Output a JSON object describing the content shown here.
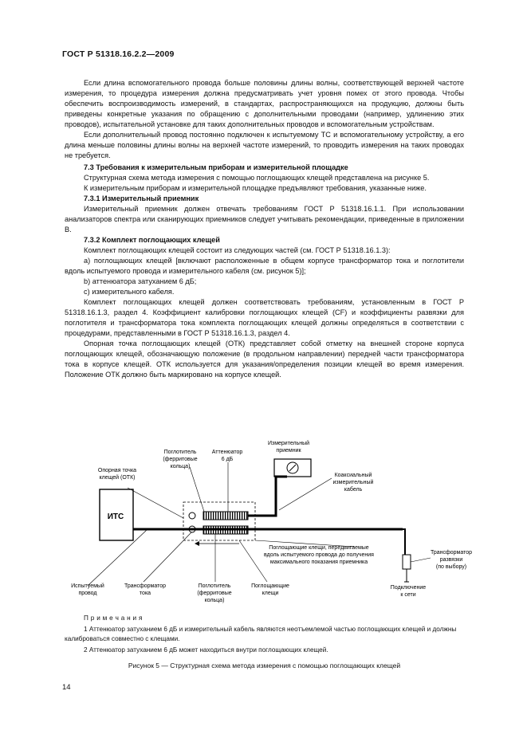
{
  "header": {
    "doc_code": "ГОСТ Р 51318.16.2.2—2009"
  },
  "paragraphs": {
    "p1": "Если длина вспомогательного провода больше половины длины волны, соответствующей верхней частоте измерения, то процедура измерения должна предусматривать учет уровня помех от этого провода. Чтобы обеспечить воспроизводимость измерений, в стандартах, распространяющихся на продукцию, должны быть приведены конкретные указания по обращению с дополнительными проводами (например, удлинению этих проводов), испытательной установке для таких дополнительных проводов и вспомогательным устройствам.",
    "p2": "Если дополнительный провод постоянно подключен к испытуемому ТС и вспомогательному устройству, а его длина меньше половины длины волны на верхней частоте измерений, то проводить измерения на таких проводах не требуется.",
    "h73": "7.3 Требования к измерительным приборам и измерительной площадке",
    "p3": "Структурная схема метода измерения с помощью поглощающих клещей представлена на рисунке 5.",
    "p4": "К измерительным приборам и измерительной площадке предъявляют требования, указанные ниже.",
    "h731": "7.3.1 Измерительный приемник",
    "p5": "Измерительный приемник должен отвечать требованиям ГОСТ Р 51318.16.1.1. При использовании анализаторов спектра или сканирующих приемников следует учитывать рекомендации, приведенные в приложении В.",
    "h732": "7.3.2 Комплект поглощающих клещей",
    "p6": "Комплект поглощающих клещей состоит из следующих частей (см. ГОСТ Р 51318.16.1.3):",
    "p7": "а) поглощающих клещей [включают расположенные в общем корпусе трансформатор тока и поглотители вдоль испытуемого провода и измерительного кабеля (см. рисунок 5)];",
    "p8": "b) аттенюатора затуханием 6 дБ;",
    "p9": "c) измерительного кабеля.",
    "p10": "Комплект поглощающих клещей должен соответствовать требованиям, установленным в ГОСТ Р 51318.16.1.3, раздел 4. Коэффициент калибровки поглощающих клещей (CF) и коэффициенты развязки для поглотителя и трансформатора тока комплекта поглощающих клещей должны определяться в соответствии с процедурами, представленными в ГОСТ Р 51318.16.1.3, раздел 4.",
    "p11": "Опорная точка поглощающих клещей (ОТК) представляет собой отметку на внешней стороне корпуса поглощающих клещей, обозначающую положение (в продольном направлении) передней части трансформатора тока в корпусе клещей. ОТК используется для указания/определения позиции клещей во время измерения. Положение ОТК должно быть маркировано на корпусе клещей."
  },
  "figure": {
    "its": "ИТС",
    "ref_point": [
      "Опорная точка",
      "клещей (ОТК)"
    ],
    "absorber_top": [
      "Поглотитель",
      "(ферритовые",
      "кольца)"
    ],
    "attenuator": [
      "Аттенюатор",
      "6 дБ"
    ],
    "receiver": [
      "Измерительный",
      "приемник"
    ],
    "coax": [
      "Коаксиальный",
      "измерительный",
      "кабель"
    ],
    "move_note": [
      "Поглощающие клещи, передвигаемые",
      "вдоль испытуемого провода до получения",
      "максимального показания приемника"
    ],
    "isolation": [
      "Трансформатор",
      "развязки",
      "(по выбору)"
    ],
    "wire": [
      "Испытуемый",
      "провод"
    ],
    "ct": [
      "Трансформатор",
      "тока"
    ],
    "absorber_bottom": [
      "Поглотитель",
      "(ферритовые",
      "кольца)"
    ],
    "clamp": [
      "Поглощающие",
      "клещи"
    ],
    "mains": [
      "Подключение",
      "к сети"
    ]
  },
  "notes": {
    "title": "П р и м е ч а н и я",
    "n1": "1 Аттенюатор затуханием 6 дБ и измерительный кабель являются неотъемлемой частью поглощающих клещей и должны калиброваться совместно с клещами.",
    "n2": "2 Аттенюатор затуханием 6 дБ может находиться внутри поглощающих клещей."
  },
  "caption": "Рисунок 5 — Структурная схема метода измерения с помощью поглощающих клещей",
  "page_number": "14"
}
